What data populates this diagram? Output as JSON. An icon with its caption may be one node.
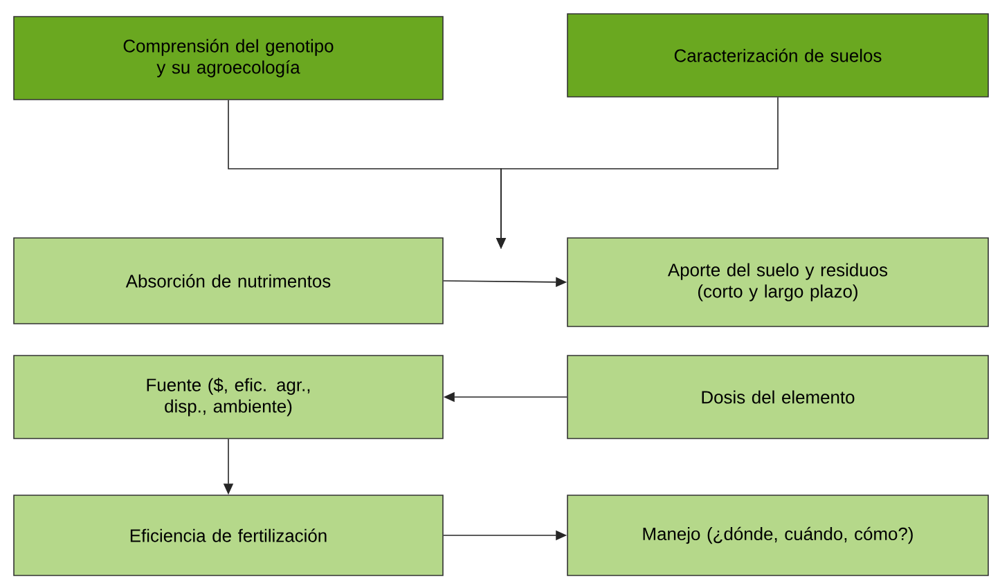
{
  "diagram": {
    "nodes": [
      {
        "text": [
          "Comprensión del genotipo y su agroecología"
        ]
      },
      {
        "text": [
          "Caracterización de suelos"
        ]
      },
      {
        "text": [
          "Absorción de nutrimentos"
        ]
      },
      {
        "text": [
          "Aporte del suelo y residuos (corto y largo plazo)"
        ]
      },
      {
        "text": [
          "Fuente ($, efic. agr., disp., ambiente)"
        ]
      },
      {
        "text": [
          "Dosis del elemento"
        ]
      },
      {
        "text": [
          "Eficiencia de fertilización"
        ]
      },
      {
        "text": [
          "Manejo (¿dónde, cuándo, cómo?)"
        ]
      }
    ],
    "edges": [
      {
        "from": 0,
        "to": null,
        "arrow": "to"
      },
      {
        "from": 1,
        "to": null,
        "arrow": "to"
      },
      {
        "from": 2,
        "to": 3,
        "arrow": "to"
      },
      {
        "from": 5,
        "to": 4,
        "arrow": "to"
      },
      {
        "from": 4,
        "to": 6,
        "arrow": "to"
      },
      {
        "from": 6,
        "to": 7,
        "arrow": "to"
      }
    ]
  }
}
